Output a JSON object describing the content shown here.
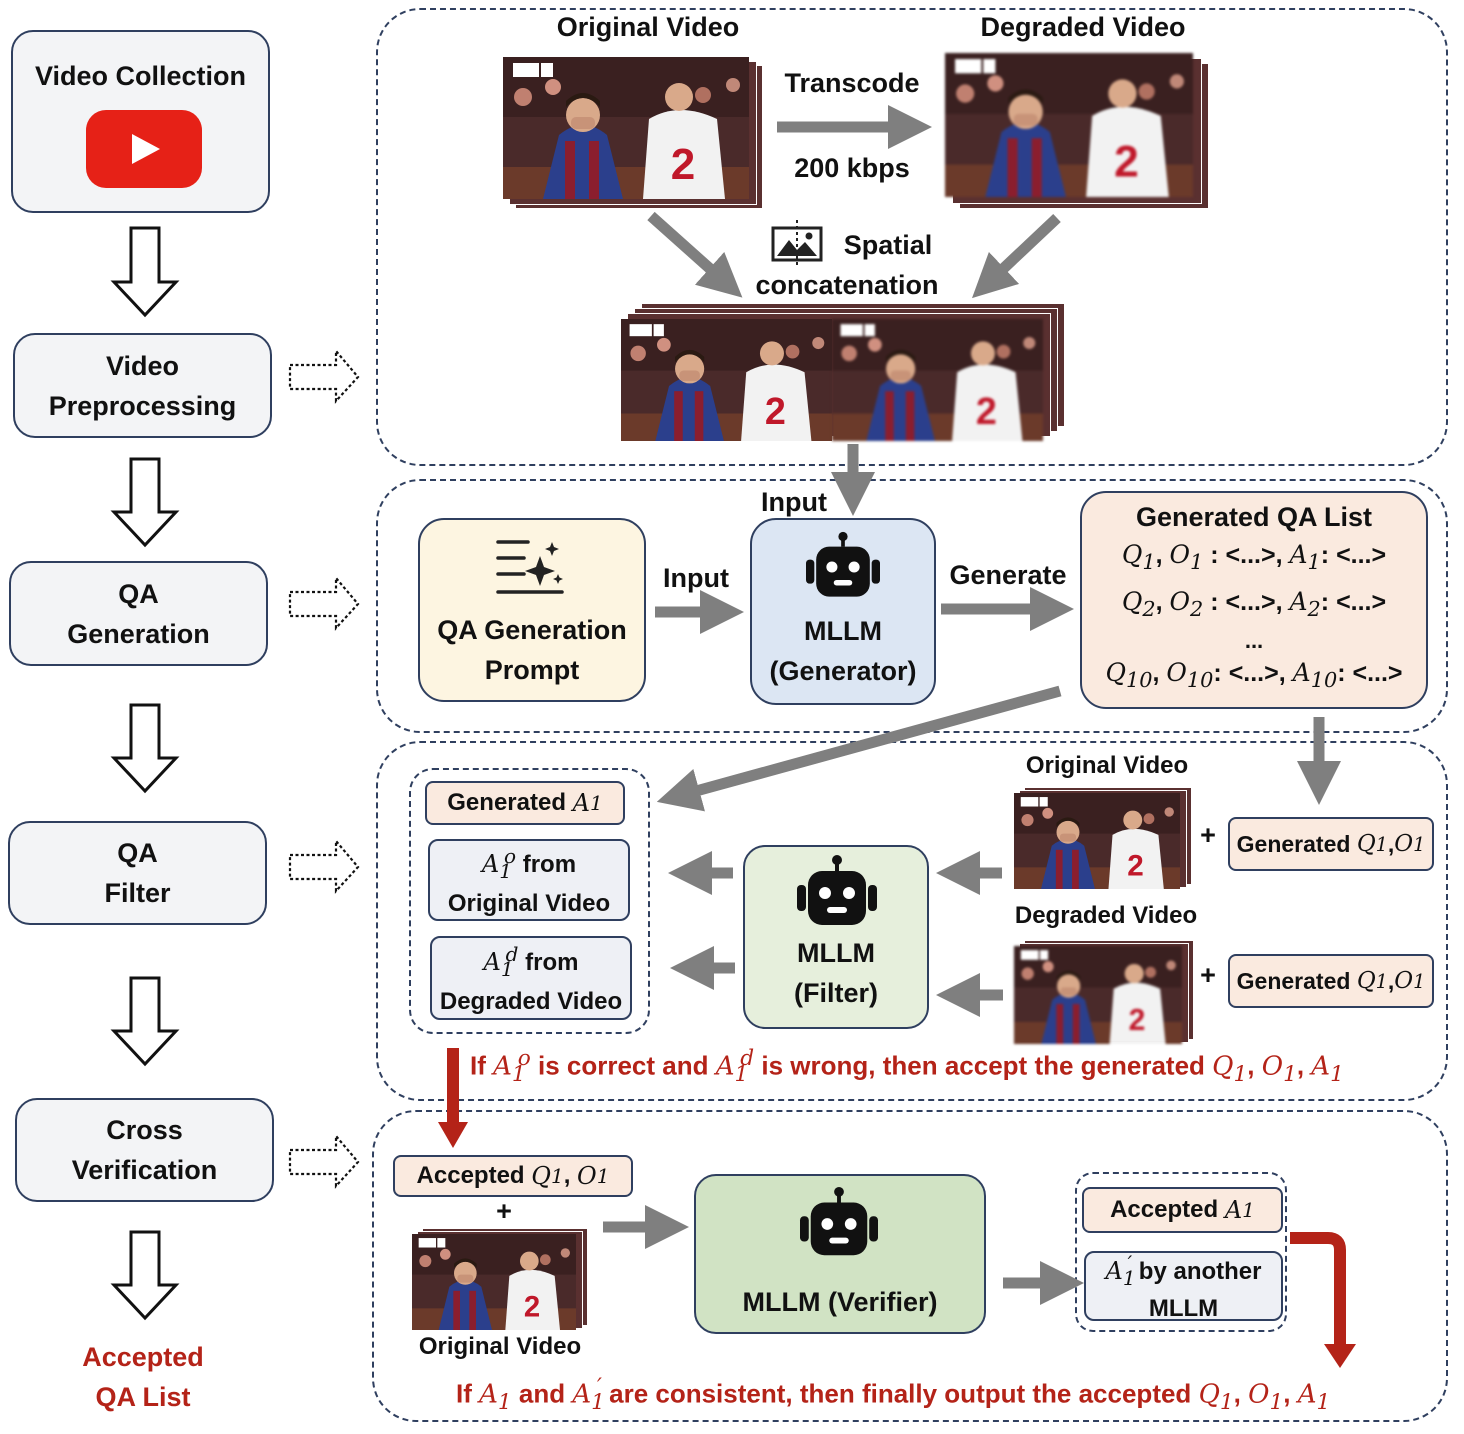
{
  "stages": {
    "collection": "Video Collection",
    "preprocessing": "Video\nPreprocessing",
    "qa_generation": "QA\nGeneration",
    "qa_filter": "QA\nFilter",
    "cross_verification": "Cross\nVerification",
    "output": "Accepted\nQA List"
  },
  "preprocess": {
    "original_video": "Original Video",
    "degraded_video": "Degraded Video",
    "transcode": "Transcode",
    "bitrate": "200 kbps",
    "spatial": "Spatial",
    "concatenation": "concatenation"
  },
  "generation": {
    "input_top": "Input",
    "input_side": "Input",
    "generate": "Generate",
    "prompt_line1": "QA Generation",
    "prompt_line2": "Prompt",
    "generator_line1": "MLLM",
    "generator_line2": "(Generator)",
    "qa_list_title": "Generated QA List",
    "qa_rows": [
      {
        "q": "Q",
        "qsub": "1",
        "o": "O",
        "osub": "1",
        "opt": " : <...>, ",
        "a": "A",
        "asub": "1",
        "ans": ": <...>"
      },
      {
        "q": "Q",
        "qsub": "2",
        "o": "O",
        "osub": "2",
        "opt": " : <...>, ",
        "a": "A",
        "asub": "2",
        "ans": ": <...>"
      },
      {
        "q": "Q",
        "qsub": "10",
        "o": "O",
        "osub": "10",
        "opt": ": <...>, ",
        "a": "A",
        "asub": "10",
        "ans": ": <...>"
      }
    ],
    "qa_ellipsis": "..."
  },
  "filter": {
    "generated_a1": "Generated",
    "a1o_from": "from",
    "a1o_source": "Original Video",
    "a1d_from": "from",
    "a1d_source": "Degraded Video",
    "filter_line1": "MLLM",
    "filter_line2": "(Filter)",
    "original_video": "Original Video",
    "degraded_video": "Degraded Video",
    "generated_q1o1": "Generated",
    "plus": "+",
    "rule_if": "If",
    "rule_mid1": "is correct and",
    "rule_mid2": "is wrong, then accept the generated"
  },
  "verification": {
    "accepted_q1o1": "Accepted",
    "plus": "+",
    "original_video": "Original Video",
    "verifier": "MLLM (Verifier)",
    "accepted_a1": "Accepted",
    "a1prime_by": "by another",
    "a1prime_model": "MLLM",
    "rule_if": "If",
    "rule_and": "and",
    "rule_tail": "are consistent, then finally output the accepted"
  },
  "colors": {
    "border": "#2f3f5f",
    "arrow_grey": "#808080",
    "accent_red": "#b42318",
    "youtube_red": "#e62117"
  },
  "icons": [
    "youtube-play-icon",
    "spatial-concat-icon",
    "sparkle-list-icon",
    "robot-icon",
    "block-arrow-down-icon",
    "dotted-arrow-right-icon"
  ]
}
